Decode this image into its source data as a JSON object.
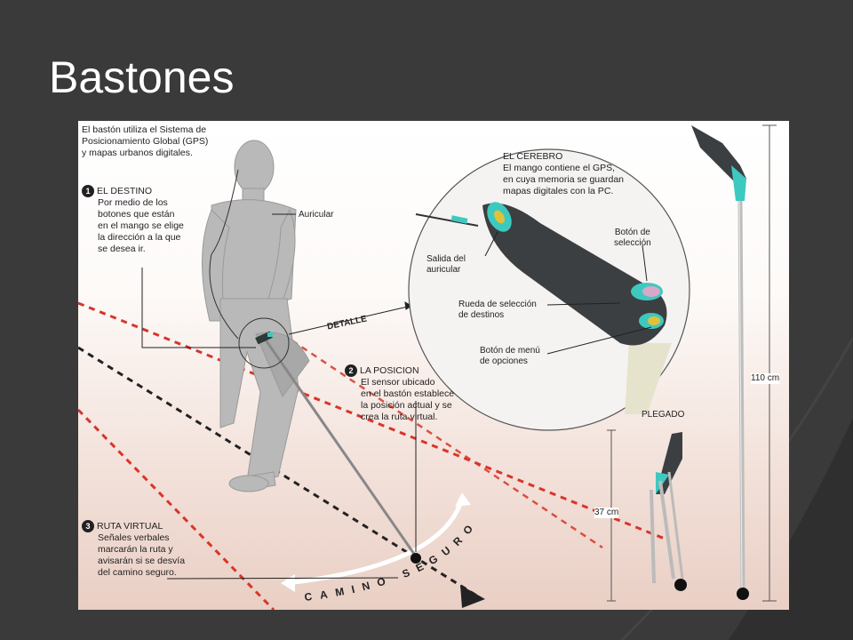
{
  "slide": {
    "title": "Bastones"
  },
  "figure": {
    "intro": [
      "El bastón utiliza el Sistema de",
      "Posicionamiento Global (GPS)",
      "y mapas urbanos digitales."
    ],
    "step1": {
      "num": "1",
      "title": "EL DESTINO",
      "lines": [
        "Por medio de los",
        "botones que están",
        "en el mango se elige",
        "la dirección a la que",
        "se desea ir."
      ]
    },
    "step2": {
      "num": "2",
      "title": "LA POSICION",
      "lines": [
        "El sensor ubicado",
        "en el bastón establece",
        "la posición actual y se",
        "crea la ruta virtual."
      ]
    },
    "step3": {
      "num": "3",
      "title": "RUTA VIRTUAL",
      "lines": [
        "Señales verbales",
        "marcarán la ruta y",
        "avisarán si se desvía",
        "del camino seguro."
      ]
    },
    "auricular_label": "Auricular",
    "detalle_label": "DETALLE",
    "cerebro": {
      "title": "EL CEREBRO",
      "lines": [
        "El mango contiene el GPS,",
        "en cuya memoria se guardan",
        "mapas digitales con la PC."
      ]
    },
    "callouts": {
      "salida": [
        "Salida del",
        "auricular"
      ],
      "boton_seleccion": [
        "Botón de",
        "selección"
      ],
      "rueda": [
        "Rueda de selección",
        "de destinos"
      ],
      "boton_menu": [
        "Botón de menú",
        "de opciones"
      ]
    },
    "plegado_label": "PLEGADO",
    "height_110": "110 cm",
    "height_37": "37 cm",
    "camino_seguro": "CAMINO SEGURO"
  },
  "colors": {
    "background": "#3a3a3a",
    "route_red": "#d8352a",
    "route_black": "#222222",
    "teal": "#3ec9c0",
    "handle": "#3b3f42"
  }
}
